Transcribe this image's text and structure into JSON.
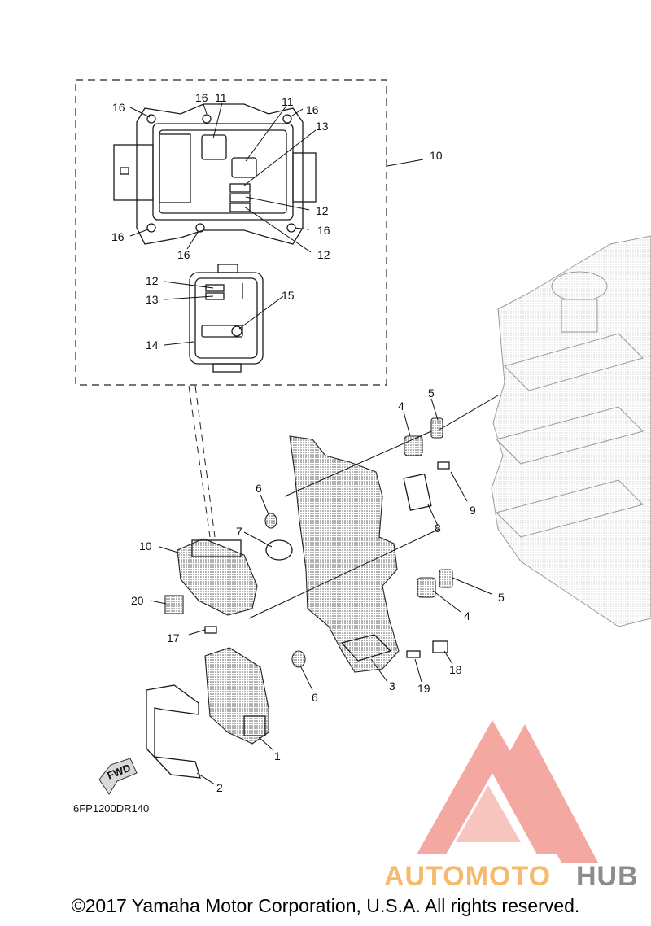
{
  "callouts": {
    "c16a": "16",
    "c16b": "16",
    "c11a": "11",
    "c11b": "11",
    "c16c": "16",
    "c13a": "13",
    "c10a": "10",
    "c12a": "12",
    "c16d": "16",
    "c16e": "16",
    "c16f": "16",
    "c12b": "12",
    "c12c": "12",
    "c13b": "13",
    "c15": "15",
    "c14": "14",
    "c5a": "5",
    "c4a": "4",
    "c6a": "6",
    "c9": "9",
    "c7": "7",
    "c8": "8",
    "c10b": "10",
    "c20": "20",
    "c5b": "5",
    "c4b": "4",
    "c17": "17",
    "c18": "18",
    "c3": "3",
    "c19": "19",
    "c6b": "6",
    "c1": "1",
    "c2": "2"
  },
  "fwd_label": "FWD",
  "diagram_code": "6FP1200DR140",
  "watermark": {
    "part1": "AUTOMOTO",
    "part2": "HUB",
    "color_primary": "#f2a099",
    "color_accent": "#f6c27a",
    "color_dark": "#7a7a7a"
  },
  "copyright": "©2017 Yamaha Motor Corporation, U.S.A. All rights reserved."
}
